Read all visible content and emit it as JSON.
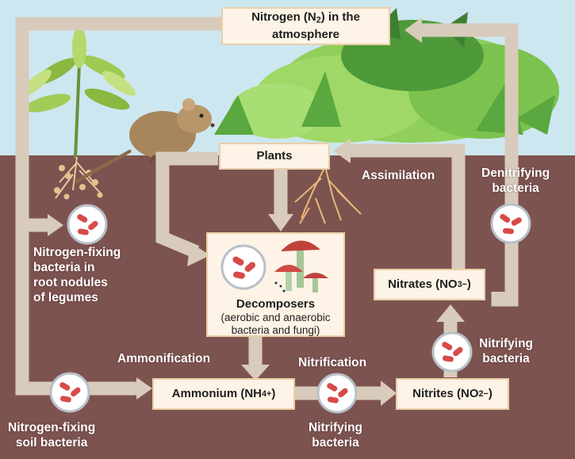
{
  "colors": {
    "sky": "#cde7f1",
    "soil": "#7d5350",
    "arrow": "#d8cbbb",
    "box_fill": "#fdf3e6",
    "box_border": "#e9cfa9",
    "bacteria": "#d84a4a",
    "label_text": "#ffffff"
  },
  "boxes": {
    "atmosphere": {
      "prefix": "Nitrogen (N",
      "sub": "2",
      "suffix": ") in the",
      "line2": "atmosphere"
    },
    "plants": {
      "label": "Plants"
    },
    "decomposers": {
      "title": "Decomposers",
      "desc_line1": "(aerobic and anaerobic",
      "desc_line2": "bacteria and fungi)"
    },
    "ammonium": {
      "prefix": "Ammonium (NH",
      "sub": "4",
      "sup": "+",
      "suffix": ")"
    },
    "nitrites": {
      "prefix": "Nitrites (NO",
      "sub": "2",
      "sup": "−",
      "suffix": ")"
    },
    "nitrates": {
      "prefix": "Nitrates (NO",
      "sub": "3",
      "sup": "−",
      "suffix": ")"
    }
  },
  "labels": {
    "assimilation": "Assimilation",
    "denitrifying": [
      "Denitrifying",
      "bacteria"
    ],
    "root_nodules": [
      "Nitrogen-fixing",
      "bacteria in",
      "root nodules",
      "of legumes"
    ],
    "ammonification": "Ammonification",
    "nitrification": "Nitrification",
    "nitrifying_right": [
      "Nitrifying",
      "bacteria"
    ],
    "soil_bacteria": [
      "Nitrogen-fixing",
      "soil bacteria"
    ],
    "nitrifying_bottom": [
      "Nitrifying",
      "bacteria"
    ]
  }
}
